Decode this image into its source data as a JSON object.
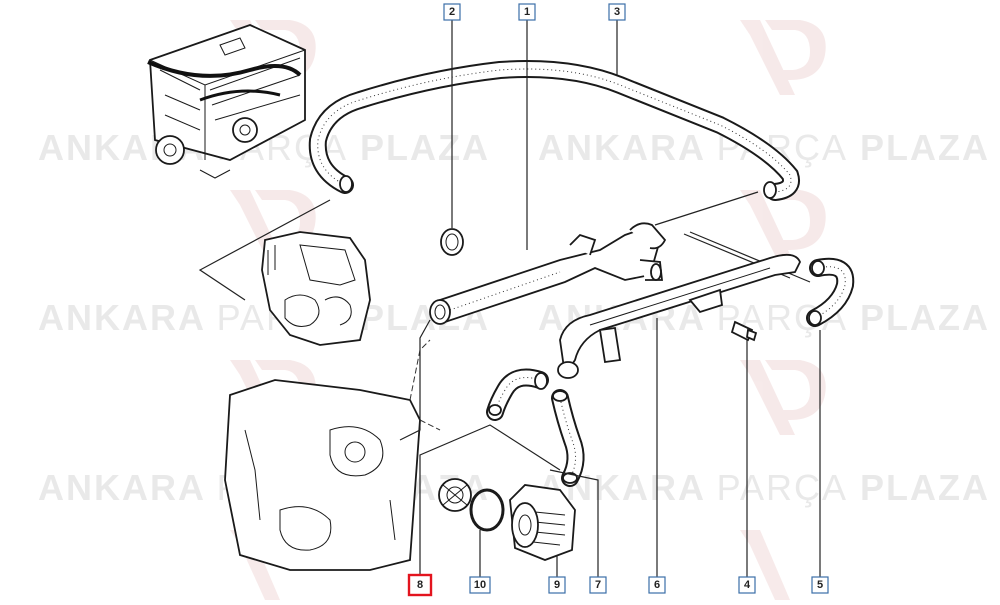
{
  "watermark": {
    "brand_left": "ANKARA",
    "brand_mid": "PARÇA",
    "brand_right": "PLAZA",
    "logo": "AP"
  },
  "callouts": [
    {
      "id": "1",
      "label": "1"
    },
    {
      "id": "2",
      "label": "2"
    },
    {
      "id": "3",
      "label": "3"
    },
    {
      "id": "4",
      "label": "4"
    },
    {
      "id": "5",
      "label": "5"
    },
    {
      "id": "6",
      "label": "6"
    },
    {
      "id": "7",
      "label": "7"
    },
    {
      "id": "8",
      "label": "8",
      "highlighted": true
    },
    {
      "id": "9",
      "label": "9"
    },
    {
      "id": "10",
      "label": "10"
    }
  ],
  "colors": {
    "callout_border": "#3b6fa8",
    "highlight_border": "#e3141e",
    "watermark": "#e9e9e9"
  }
}
